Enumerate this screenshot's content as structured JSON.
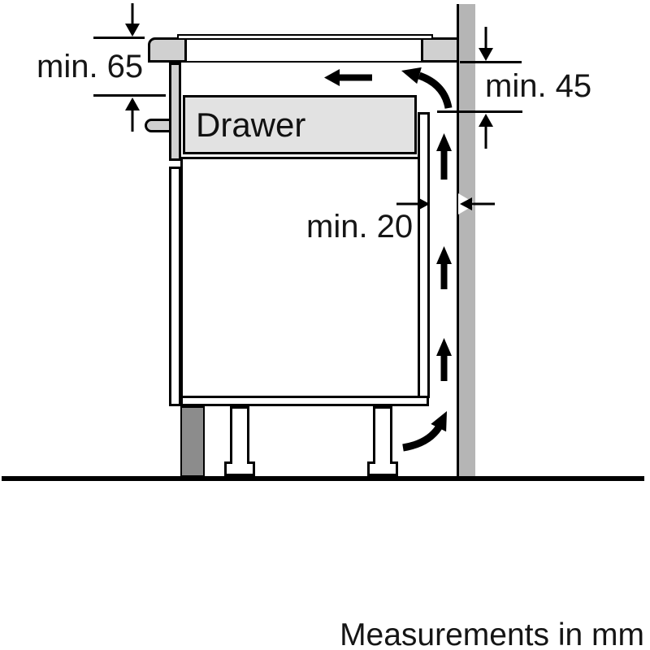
{
  "diagram": {
    "title": "Hob installation clearances (side section view)",
    "labels": {
      "drawer": "Drawer",
      "min65": "min. 65",
      "min45": "min. 45",
      "min20": "min. 20",
      "footer": "Measurements in mm"
    },
    "measurements_mm": {
      "hob_depth_clearance_min": 65,
      "rear_top_clearance_min": 45,
      "wall_gap_min": 20
    },
    "colors": {
      "wall": "#b5b5b5",
      "plinth": "#8c8c8c",
      "panel_light": "#d0d0d0",
      "drawer_fill": "#e2e2e2",
      "line": "#000000"
    },
    "icons": {
      "airflow_up": "thick up arrow",
      "airflow_left": "thick left arrow",
      "airflow_curve_top": "curved arrow turning from up to left",
      "airflow_curve_bottom": "curved arrow turning from right to up",
      "dimension_arrow": "thin dimension arrow with bar"
    }
  }
}
